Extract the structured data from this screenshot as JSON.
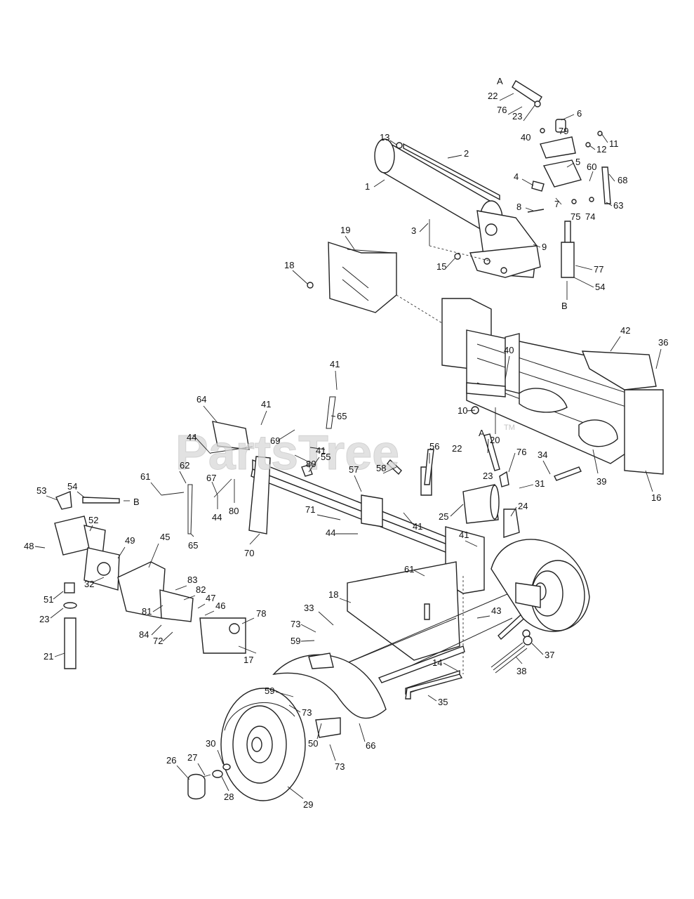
{
  "watermark": {
    "text": "PartsTree",
    "trademark": "TM"
  },
  "callouts": [
    "A",
    "22",
    "76",
    "23",
    "6",
    "40",
    "79",
    "12",
    "11",
    "13",
    "2",
    "1",
    "4",
    "5",
    "60",
    "68",
    "7",
    "8",
    "63",
    "75",
    "74",
    "3",
    "9",
    "15",
    "19",
    "18",
    "77",
    "54",
    "B",
    "42",
    "36",
    "40",
    "10",
    "20",
    "41",
    "65",
    "64",
    "41",
    "69",
    "41",
    "80",
    "44",
    "61",
    "62",
    "67",
    "44",
    "80",
    "55",
    "56",
    "57",
    "58",
    "A",
    "22",
    "76",
    "23",
    "31",
    "34",
    "39",
    "16",
    "53",
    "54",
    "B",
    "52",
    "48",
    "49",
    "45",
    "32",
    "51",
    "23",
    "21",
    "83",
    "82",
    "47",
    "81",
    "46",
    "84",
    "72",
    "78",
    "17",
    "33",
    "73",
    "59",
    "18",
    "25",
    "24",
    "71",
    "44",
    "41",
    "41",
    "61",
    "70",
    "65",
    "43",
    "14",
    "35",
    "37",
    "38",
    "59",
    "73",
    "50",
    "66",
    "73",
    "30",
    "27",
    "26",
    "28",
    "29"
  ]
}
